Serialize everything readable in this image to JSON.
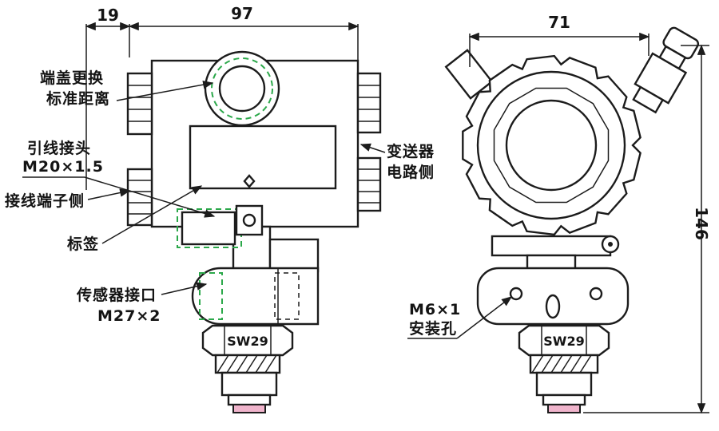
{
  "annotations": {
    "cap_clearance": {
      "line1": "端盖更换",
      "line2": "标准距离"
    },
    "lead_connector": {
      "label": "引线接头",
      "thread": "M20×1.5"
    },
    "terminal_side": {
      "label": "接线端子侧"
    },
    "tag": {
      "label": "标签"
    },
    "sensor_port": {
      "label": "传感器接口",
      "thread": "M27×2"
    },
    "transmitter_side": {
      "line1": "变送器",
      "line2": "电路侧"
    },
    "mounting_hole": {
      "thread": "M6×1",
      "label": "安装孔"
    }
  },
  "dimensions": {
    "cap_offset": "19",
    "body_width": "97",
    "front_width": "71",
    "total_height": "146"
  },
  "part_marks": {
    "wrench_size_left": "SW29",
    "wrench_size_right": "SW29"
  },
  "colors": {
    "line": "#1c1c1c",
    "highlight_green": "#2ba84a",
    "tip_pink": "#f0b4cc",
    "background": "#ffffff"
  }
}
